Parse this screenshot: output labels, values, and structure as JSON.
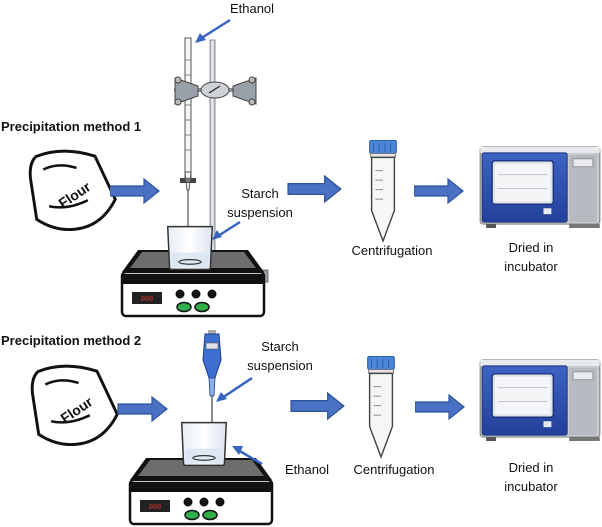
{
  "colors": {
    "arrow": "#4a72c4",
    "arrow_edge": "#2f5597",
    "incubator_blue": "#2e4fa8",
    "incubator_gray": "#c9ccd1",
    "tube_cap": "#4c86d6",
    "screen_red": "#d33",
    "button_green": "#2fb04a"
  },
  "method1": {
    "title": "Precipitation method 1",
    "flour_label": "Flour",
    "reagent_label": "Ethanol",
    "suspension_label_line1": "Starch",
    "suspension_label_line2": "suspension",
    "centrifuge_label": "Centrifugation",
    "dry_label_line1": "Dried in",
    "dry_label_line2": "incubator"
  },
  "method2": {
    "title": "Precipitation method 2",
    "flour_label": "Flour",
    "suspension_label_line1": "Starch",
    "suspension_label_line2": "suspension",
    "reagent_label": "Ethanol",
    "centrifuge_label": "Centrifugation",
    "dry_label_line1": "Dried in",
    "dry_label_line2": "incubator"
  },
  "icons": {
    "flour_bag": "flour-bag-icon",
    "stirrer": "magnetic-stirrer-icon",
    "burette": "burette-stand-icon",
    "pipette": "pipette-icon",
    "tube": "centrifuge-tube-icon",
    "incubator": "incubator-icon"
  }
}
